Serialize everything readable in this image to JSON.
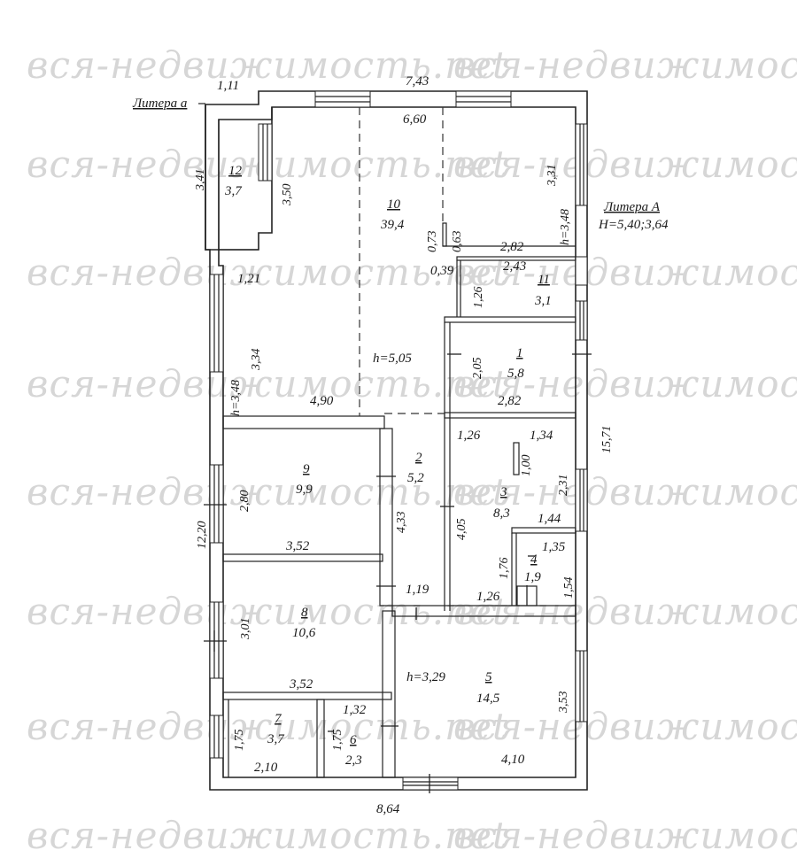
{
  "watermark": "вся-недвижимость.net",
  "letters": {
    "a_label": "Литера а",
    "A_label": "Литера А",
    "A_height": "H=5,40;3,64"
  },
  "rooms": [
    {
      "id": "12",
      "number": "12",
      "area": "3,7"
    },
    {
      "id": "10",
      "number": "10",
      "area": "39,4"
    },
    {
      "id": "11",
      "number": "11",
      "area": "3,1"
    },
    {
      "id": "1",
      "number": "1",
      "area": "5,8"
    },
    {
      "id": "2",
      "number": "2",
      "area": "5,2"
    },
    {
      "id": "3",
      "number": "3",
      "area": "8,3"
    },
    {
      "id": "4",
      "number": "4",
      "area": "1,9"
    },
    {
      "id": "9",
      "number": "9",
      "area": "9,9"
    },
    {
      "id": "8",
      "number": "8",
      "area": "10,6"
    },
    {
      "id": "5",
      "number": "5",
      "area": "14,5"
    },
    {
      "id": "7",
      "number": "7",
      "area": "3,7"
    },
    {
      "id": "6",
      "number": "6",
      "area": "2,3"
    }
  ],
  "dimensions": {
    "d_1_11": "1,11",
    "d_7_43": "7,43",
    "d_6_60": "6,60",
    "d_3_41": "3,41",
    "d_3_50": "3,50",
    "d_3_31": "3,31",
    "d_h348_right": "h=3,48",
    "d_0_73": "0,73",
    "d_0_63": "0,63",
    "d_2_82_top": "2,82",
    "d_2_43": "2,43",
    "d_1_21": "1,21",
    "d_0_39": "0,39",
    "d_1_26_r11": "1,26",
    "d_3_34": "3,34",
    "d_h348_left": "h=3,48",
    "d_h505": "h=5,05",
    "d_2_05": "2,05",
    "d_4_90": "4,90",
    "d_2_82_r1": "2,82",
    "d_15_71": "15,71",
    "d_1_26_r3": "1,26",
    "d_1_34": "1,34",
    "d_1_00": "1,00",
    "d_2_80": "2,80",
    "d_2_31": "2,31",
    "d_4_33": "4,33",
    "d_4_05": "4,05",
    "d_12_20": "12,20",
    "d_1_44": "1,44",
    "d_3_52_a": "3,52",
    "d_1_76": "1,76",
    "d_1_35": "1,35",
    "d_1_19": "1,19",
    "d_1_54": "1,54",
    "d_1_26_r4": "1,26",
    "d_3_01": "3,01",
    "d_h329": "h=3,29",
    "d_3_52_b": "3,52",
    "d_3_53": "3,53",
    "d_1_32": "1,32",
    "d_1_75_a": "1,75",
    "d_1_75_b": "1,75",
    "d_2_10": "2,10",
    "d_4_10": "4,10",
    "d_8_64": "8,64"
  }
}
